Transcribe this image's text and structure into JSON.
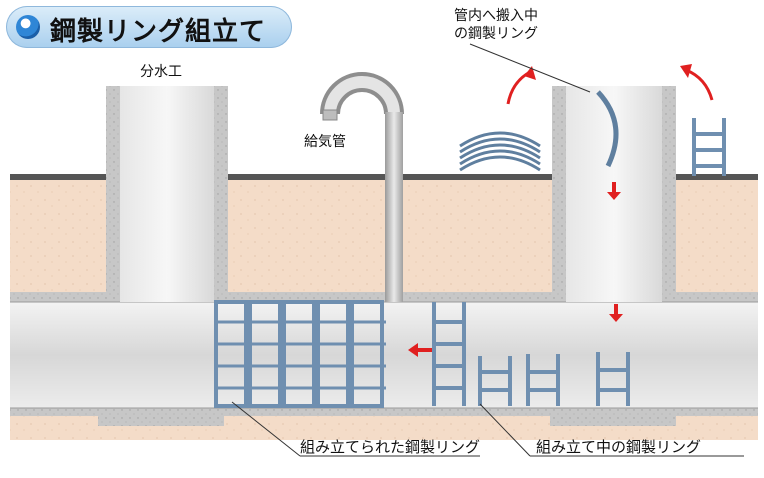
{
  "title": "鋼製リング組立て",
  "labels": {
    "bunsuiko": "分水工",
    "kyukikan": "給気管",
    "kannai_line1": "管内へ搬入中",
    "kannai_line2": "の鋼製リング",
    "assembled": "組み立てられた鋼製リング",
    "assembling": "組み立て中の鋼製リング"
  },
  "colors": {
    "soil": "#f4dcc8",
    "concrete": "#c9c9c9",
    "pipe_interior": "#dedede",
    "ring_frame": "#6f8fb0",
    "arrow": "#e02020",
    "title_blue": "#2f86d6"
  },
  "icons": [
    "up-arrow-curved",
    "down-arrow",
    "left-arrow"
  ]
}
